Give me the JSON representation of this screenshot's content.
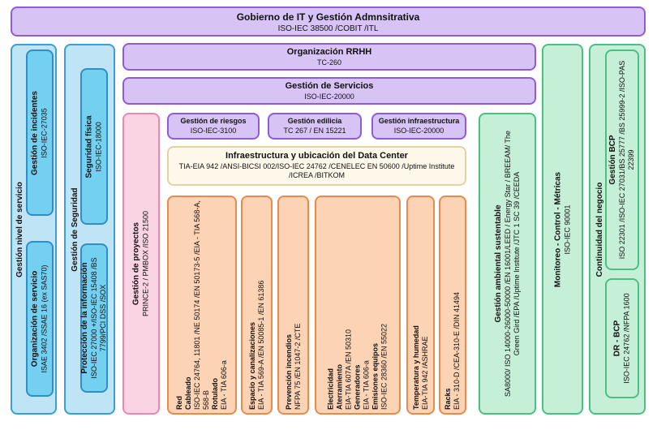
{
  "top": {
    "title": "Gobierno de IT y Gestión Admnsitrativa",
    "sub": "ISO-IEC 38500 /COBIT /ITL"
  },
  "rrhh": {
    "title": "Organización RRHH",
    "sub": "TC-260"
  },
  "servicios": {
    "title": "Gestión de Servicios",
    "sub": "ISO-IEC-20000"
  },
  "riesgos": {
    "title": "Gestión de riesgos",
    "sub": "ISO-IEC-3100"
  },
  "edilicia": {
    "title": "Gestión edilicia",
    "sub": "TC 267 / EN 15221"
  },
  "infraestructura": {
    "title": "Gestión infraestructura",
    "sub": "ISO-IEC-20000"
  },
  "datacenter": {
    "title": "Infraestructura y ubicación del Data Center",
    "sub": "TIA-EIA 942 /ANSI-BICSI 002/ISO-IEC 24762 /CENELEC EN 50600 /Uptime Institute /ICREA /BITKOM"
  },
  "nivel_servicio": {
    "title": "Gestión nivel de servicio"
  },
  "incidentes": {
    "title": "Gestión de incidentes",
    "sub": "ISO-IEC-27035"
  },
  "org_servicio": {
    "title": "Organización de servicio",
    "sub": "ISAE 3402 /SSAE 16 (ex SAS70)"
  },
  "seguridad": {
    "title": "Gestión de Seguridad"
  },
  "seg_fisica": {
    "title": "Seguridad física",
    "sub": "ISO-IEC-18000"
  },
  "proteccion": {
    "title": "Protección de la información",
    "sub": "ISO-IEC 27000 +/ISO-IEC 15408 /BS 7799/PCI DSS /SOX"
  },
  "proyectos": {
    "title": "Gestión de proyectos",
    "sub": "PRINCE-2 / PMBOX /ISO 21500"
  },
  "red": {
    "title": "Red",
    "cableado_t": "Cableado",
    "cableado_s": "ISO-IEC 24764, 11801 /NE 50174 /EN 50173-5 /EIA - TIA 568-A, 568-B",
    "rotulado_t": "Rotulado",
    "rotulado_s": "EIA - TIA 606-a"
  },
  "espacio": {
    "title": "Espacio y canalizaciones",
    "sub": "EIA - TIA 569-A /EN 50085-1 /EN 61386"
  },
  "incendios": {
    "title": "Prevención incendios",
    "sub": "NFPA 75 /EN 1047-2 /CTE"
  },
  "electricidad": {
    "title": "Electricidad",
    "aterr_t": "Aterramiento",
    "aterr_s": "EIA-TIA 607A /EN 50310",
    "gen_t": "Generadores",
    "gen_s": "EIA - TIA 606-a",
    "emis_t": "Emisiones equipos",
    "emis_s": "ISO-IEC 28360 /EN 55022"
  },
  "temperatura": {
    "title": "Temperatura y humedad",
    "sub": "EIA-TIA 942 /ASHRAE"
  },
  "racks": {
    "title": "Racks",
    "sub": "EIA - 310-D /CEA-310-E /DIN 41494"
  },
  "ambiental": {
    "title": "Gestión ambiental sustentable",
    "sub": "SA8000/ ISO 14000-26000-50000 /EN 16001/LEED / Energy Star / BREEAM/ The Green Gird /EPA /Uptime Institute /JTC 1 SC 39 /CEEDA"
  },
  "monitoreo": {
    "title": "Monitoreo - Control - Métricas",
    "sub": "ISO-IEC 90001"
  },
  "continuidad": {
    "title": "Continuidad del negocio"
  },
  "bcp": {
    "title": "Gestión BCP",
    "sub": "ISO 22301 /ISO-IEC 27031/BS 25777 /BS 25999-2 /ISO-PAS 22399"
  },
  "drbcp": {
    "title": "DR - BCP",
    "sub": "ISO-IEC 24762 /NFPA 1600"
  }
}
